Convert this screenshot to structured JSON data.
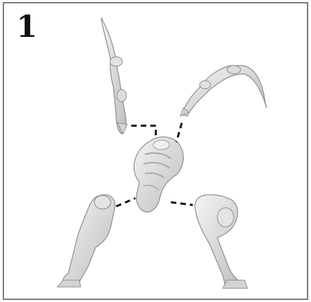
{
  "step": {
    "number": "1"
  },
  "colors": {
    "frame_border": "#7a7a7a",
    "part_fill": "#e6e6e6",
    "part_shade": "#bdbdbd",
    "part_outline": "#8c8c8c",
    "connector": "#111111"
  },
  "parts": [
    {
      "name": "torso",
      "icon": "creature-torso"
    },
    {
      "name": "upper-left-arm",
      "icon": "creature-claw-arm"
    },
    {
      "name": "upper-right-arm",
      "icon": "creature-claw-arm"
    },
    {
      "name": "left-leg",
      "icon": "creature-leg"
    },
    {
      "name": "right-leg",
      "icon": "creature-leg"
    }
  ]
}
